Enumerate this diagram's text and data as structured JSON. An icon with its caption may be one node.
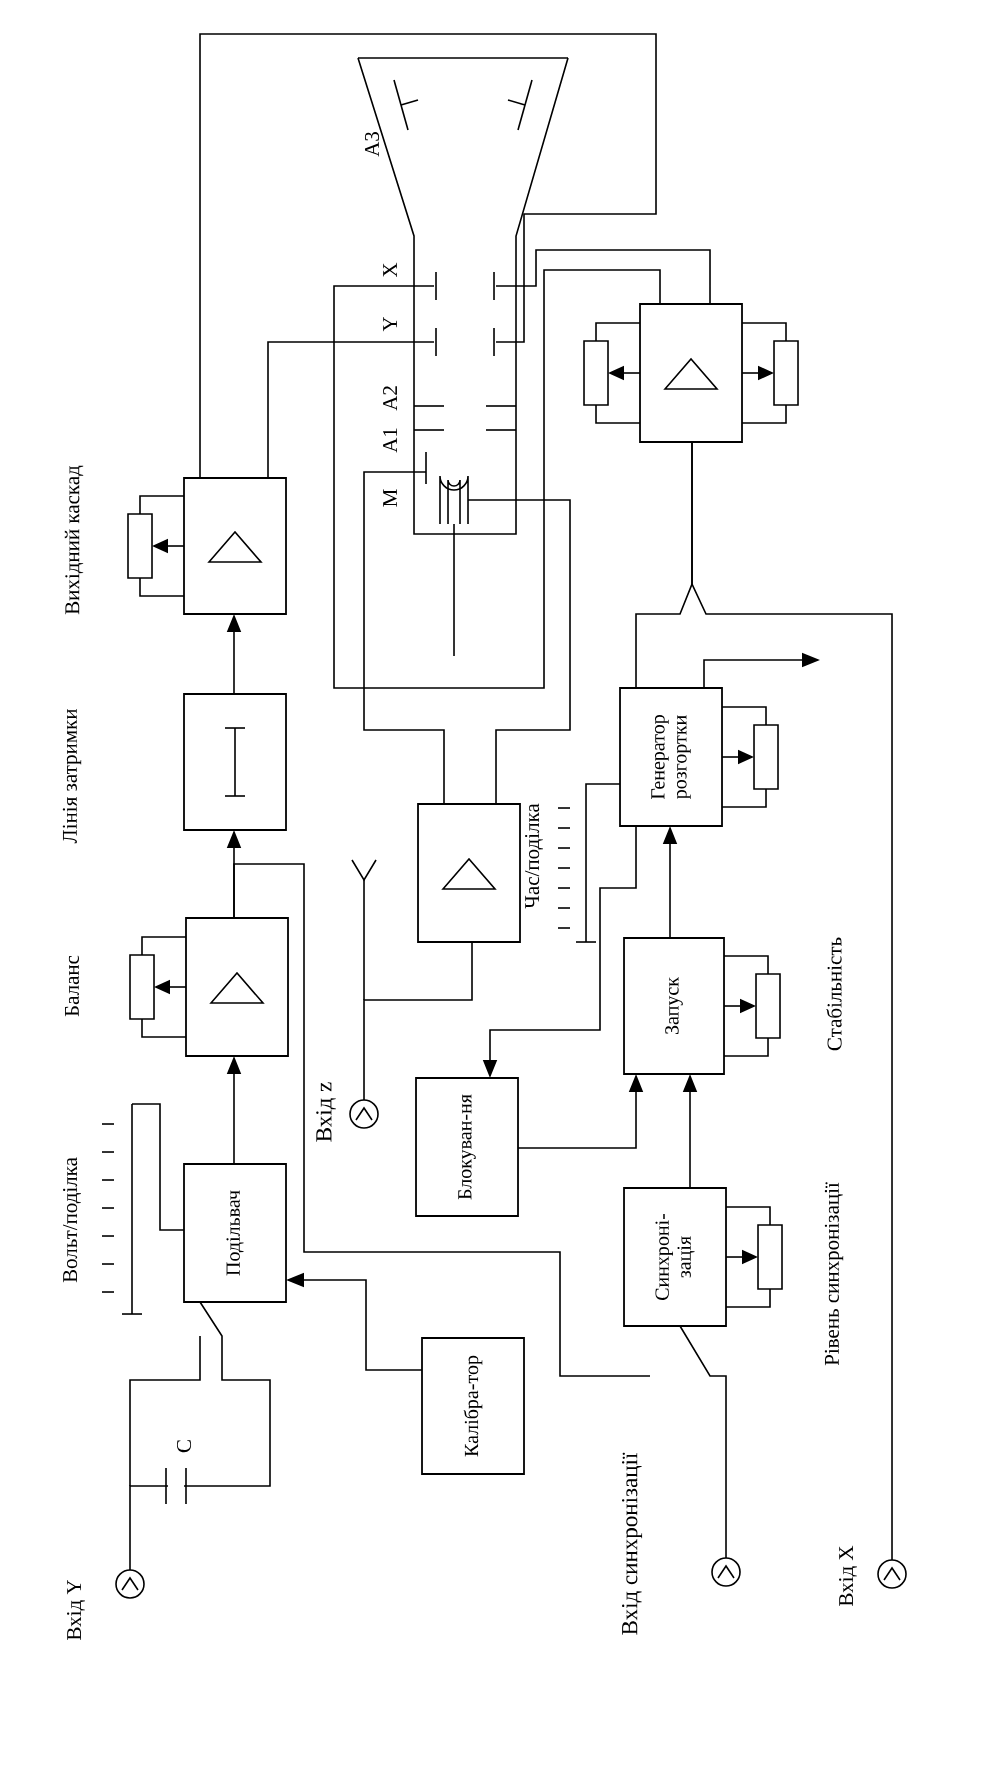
{
  "diagram": {
    "nodes": [
      {
        "text": [
          "Подільвач"
        ]
      },
      {
        "text": [],
        "shape": "box"
      },
      {
        "text": [],
        "shape": "box"
      },
      {
        "text": [],
        "shape": "box"
      },
      {
        "text": [
          "M",
          "A1",
          "A2",
          "Y",
          "X",
          "A3"
        ]
      },
      {
        "text": [],
        "shape": "box"
      },
      {
        "text": [],
        "shape": "box"
      },
      {
        "text": [
          "Блокуван-ня"
        ]
      },
      {
        "text": [
          "Калібра-тор"
        ]
      },
      {
        "text": [
          "Генератор розгортки"
        ]
      },
      {
        "text": [
          "Запуск"
        ]
      },
      {
        "text": [
          "Синхроні-зація"
        ]
      },
      {
        "text": [],
        "shape": "circle",
        "beside": [
          "Вхід Y"
        ]
      },
      {
        "text": [],
        "shape": "circle",
        "beside": [
          "Вхід z"
        ]
      },
      {
        "text": [],
        "shape": "circle",
        "beside": [
          "Вхід синхронізації"
        ]
      },
      {
        "text": [],
        "shape": "circle",
        "beside": [
          "Вхід X"
        ]
      }
    ],
    "edges": [
      {
        "from": 12,
        "to": 0,
        "arrow": "none"
      },
      {
        "from": 0,
        "to": 1,
        "arrow": "to"
      },
      {
        "from": 1,
        "to": 2,
        "arrow": "to"
      },
      {
        "from": 2,
        "to": 3,
        "arrow": "to"
      },
      {
        "from": 3,
        "to": 4,
        "arrow": "none"
      },
      {
        "from": 3,
        "to": 4,
        "arrow": "none"
      },
      {
        "from": 5,
        "to": 4,
        "arrow": "none"
      },
      {
        "from": 5,
        "to": 4,
        "arrow": "none"
      },
      {
        "from": 6,
        "to": 4,
        "arrow": "none"
      },
      {
        "from": 6,
        "to": 4,
        "arrow": "none"
      },
      {
        "from": 13,
        "to": 6,
        "arrow": "none"
      },
      {
        "from": 9,
        "to": 5,
        "arrow": "none"
      },
      {
        "from": 15,
        "to": 5,
        "arrow": "none"
      },
      {
        "from": 9,
        "to": null,
        "arrow": "to"
      },
      {
        "from": 10,
        "to": 9,
        "arrow": "to"
      },
      {
        "from": 9,
        "to": 7,
        "arrow": "to"
      },
      {
        "from": 7,
        "to": 10,
        "arrow": "to"
      },
      {
        "from": 11,
        "to": 10,
        "arrow": "to"
      },
      {
        "from": 8,
        "to": 0,
        "arrow": "to"
      },
      {
        "from": 1,
        "to": 11,
        "arrow": "none"
      },
      {
        "from": 14,
        "to": 11,
        "arrow": "none"
      }
    ],
    "labels": [
      "Вихідний каскад",
      "Лінія затримки",
      "Баланс",
      "Вольт/поділка",
      "C",
      "Час/поділка",
      "Стабільність",
      "Рівень синхронізації"
    ]
  }
}
